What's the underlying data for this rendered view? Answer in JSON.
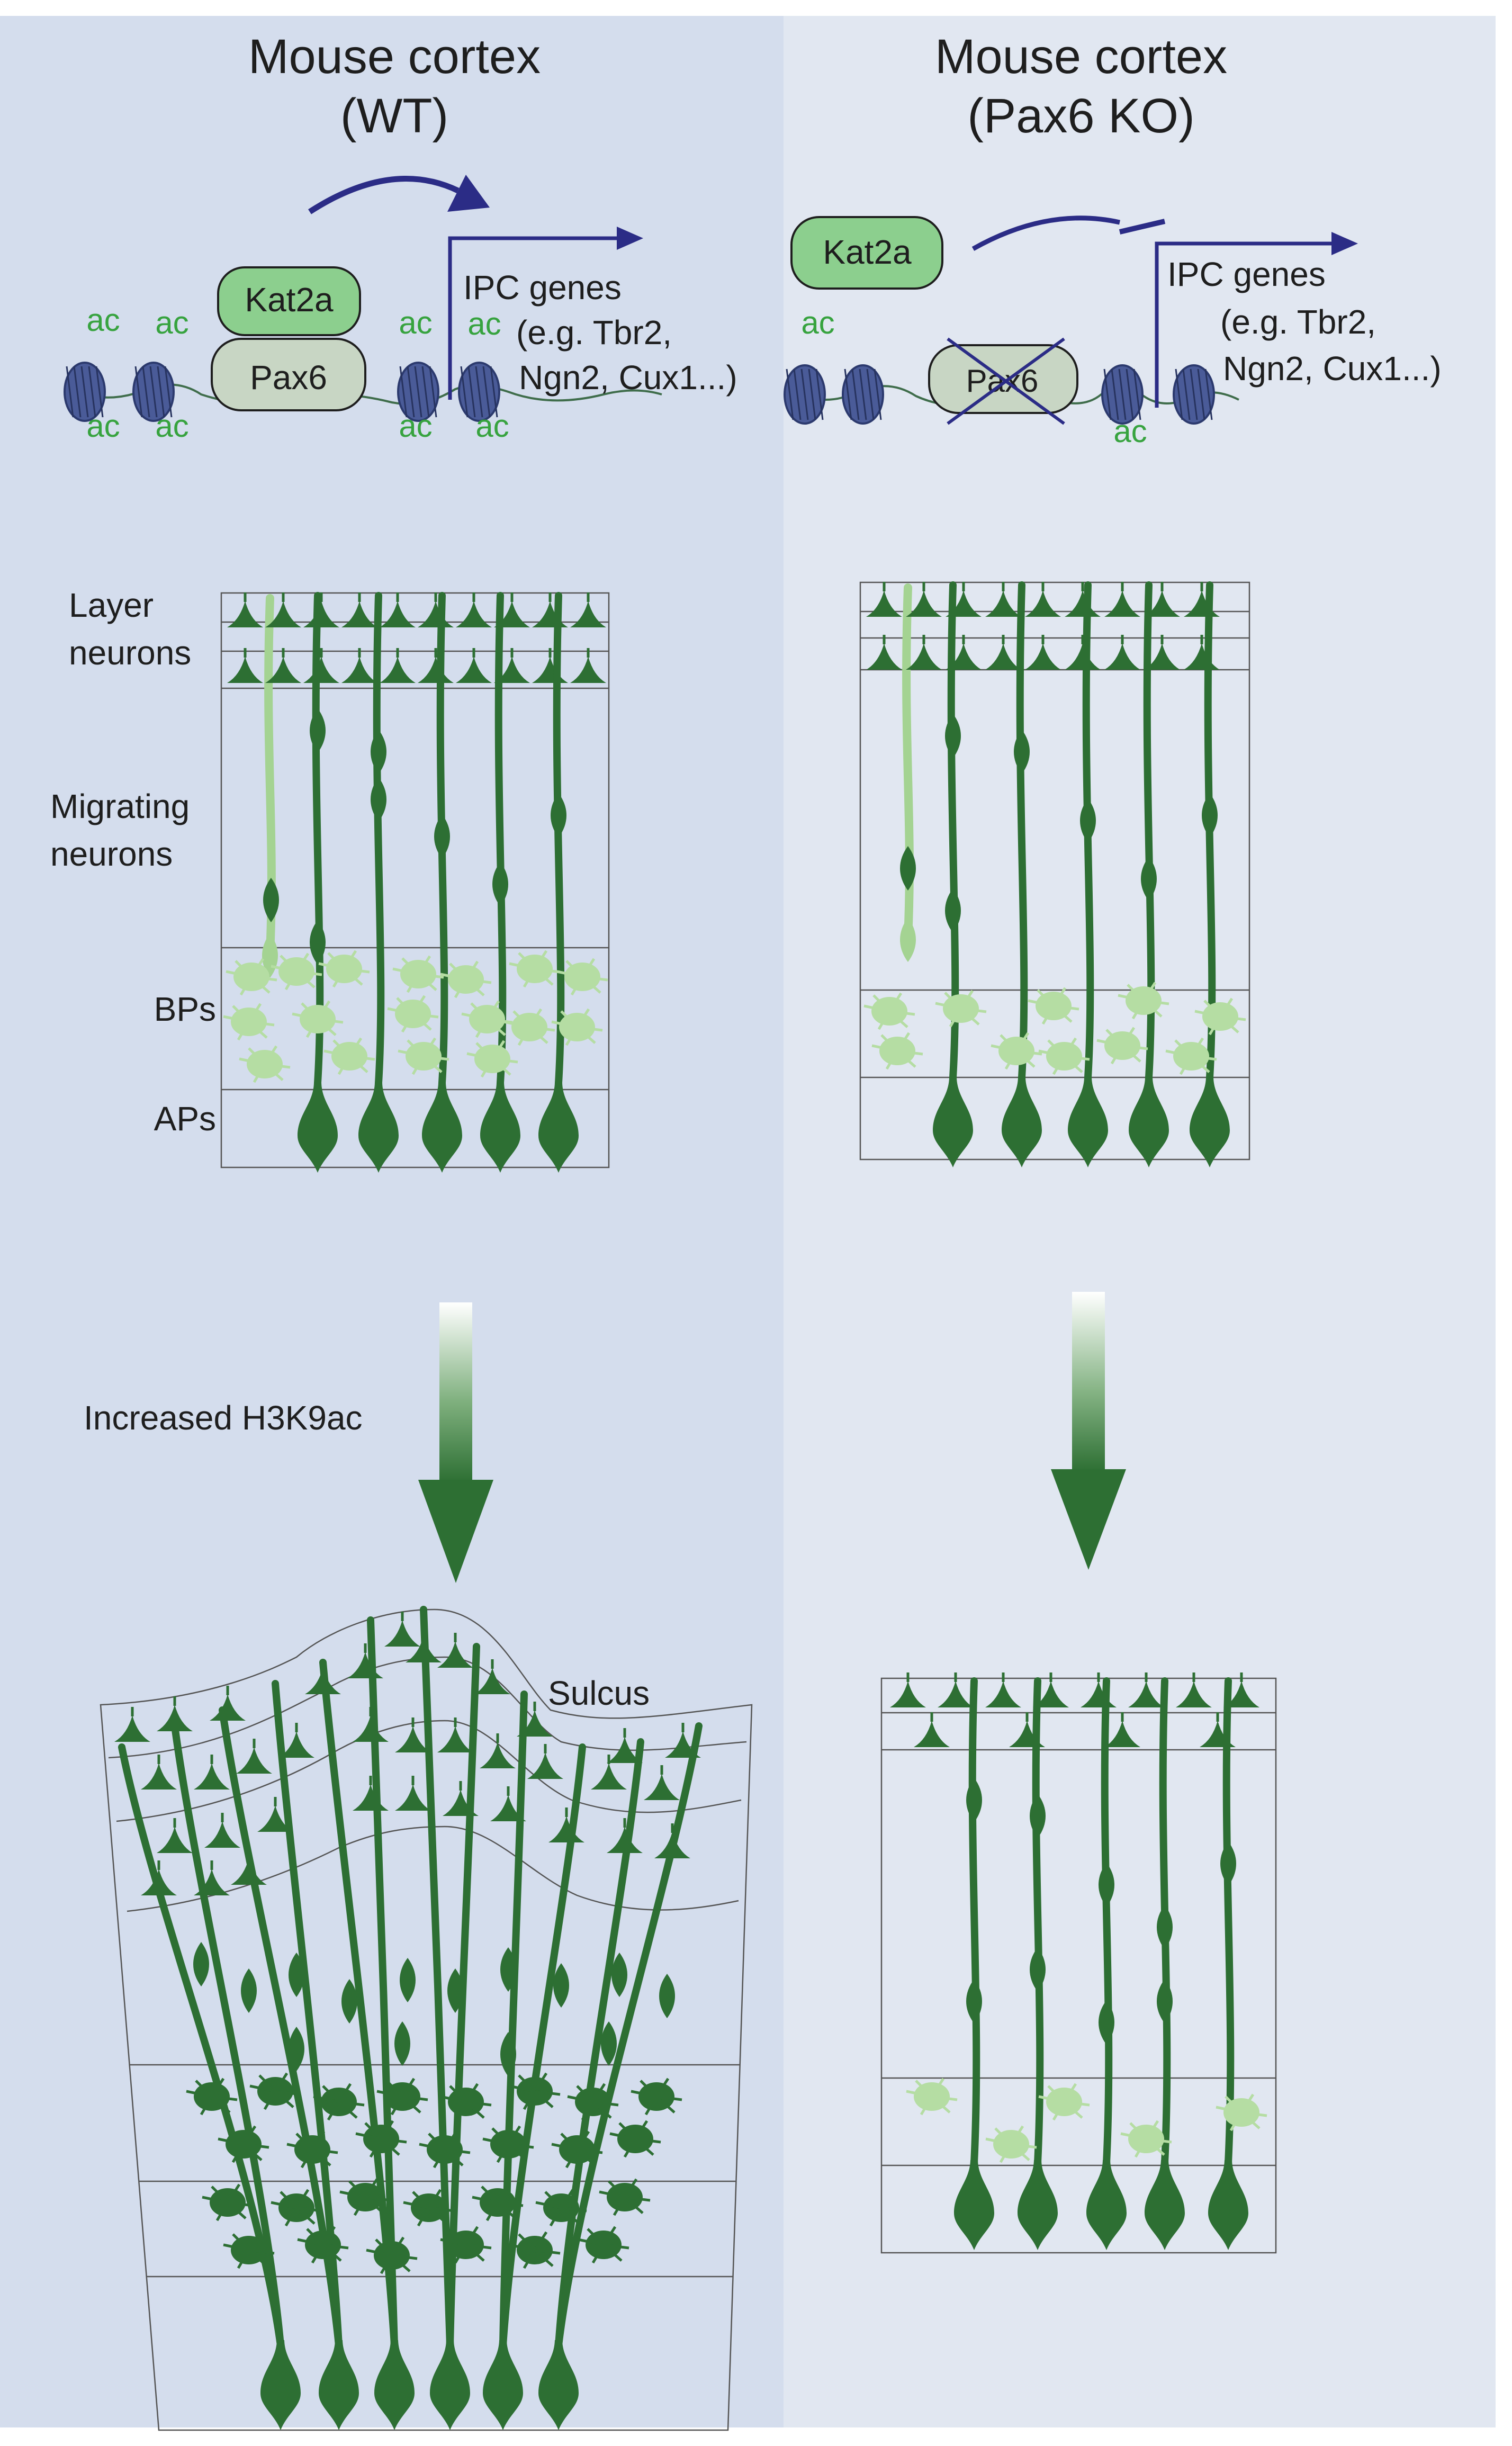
{
  "colors": {
    "panel_wt": "#d4dded",
    "panel_ko": "#e1e7f1",
    "neuron": "#2d6f33",
    "progenitor": "#b5dda3",
    "migrating_light": "#a4d392",
    "kat2a_fill": "#8ccf8e",
    "pax6_fill": "#c8d6c4",
    "nucleosome": "#4a5b98",
    "arrow_navy": "#2b2c86",
    "ac_text": "#37a33f",
    "text": "#1e1e1e",
    "grid_line": "#555555"
  },
  "wt": {
    "title_line1": "Mouse cortex",
    "title_line2": "(WT)",
    "kat2a": "Kat2a",
    "pax6": "Pax6",
    "ipc_genes": [
      "IPC genes",
      "(e.g. Tbr2,",
      "Ngn2, Cux1...)"
    ],
    "ac": "ac",
    "labels": {
      "layer_neurons": [
        "Layer",
        "neurons"
      ],
      "migrating_neurons": [
        "Migrating",
        "neurons"
      ],
      "bps": "BPs",
      "aps": "APs"
    },
    "arrow_label": "Increased H3K9ac",
    "sulcus": "Sulcus"
  },
  "ko": {
    "title_line1": "Mouse cortex",
    "title_line2": "(Pax6 KO)",
    "kat2a": "Kat2a",
    "pax6": "Pax6",
    "ipc_genes": [
      "IPC genes",
      "(e.g. Tbr2,",
      "Ngn2, Cux1...)"
    ],
    "ac": "ac"
  }
}
